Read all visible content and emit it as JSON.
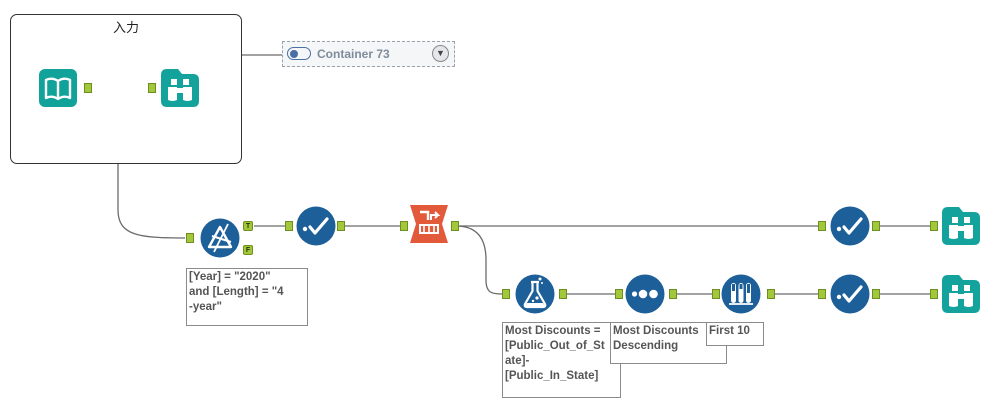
{
  "input_container": {
    "title": "入力"
  },
  "container73": {
    "label": "Container 73",
    "enabled": true
  },
  "filter": {
    "true_anchor": "T",
    "false_anchor": "F",
    "annotation": "[Year] = \"2020\"\nand [Length] = \"4\n-year\""
  },
  "formula": {
    "annotation": "Most Discounts =\n[Public_Out_of_St\nate]-\n[Public_In_State]"
  },
  "sort": {
    "annotation": "Most Discounts\nDescending"
  },
  "sample": {
    "annotation": "First 10"
  },
  "colors": {
    "input_tool": "#11a29a",
    "browse_tool": "#13a39c",
    "prep_tool": "#1d5f99",
    "join_tool": "#e35a3a",
    "anchor": "#a2c73b",
    "wire": "#6b6b6b"
  },
  "icons": {
    "input": "book-icon",
    "browse": "binoculars-icon",
    "filter": "filter-triangle-icon",
    "select": "checkmark-icon",
    "union": "union-icon",
    "formula": "flask-icon",
    "sort": "dots-icon",
    "sample": "test-tubes-icon"
  }
}
